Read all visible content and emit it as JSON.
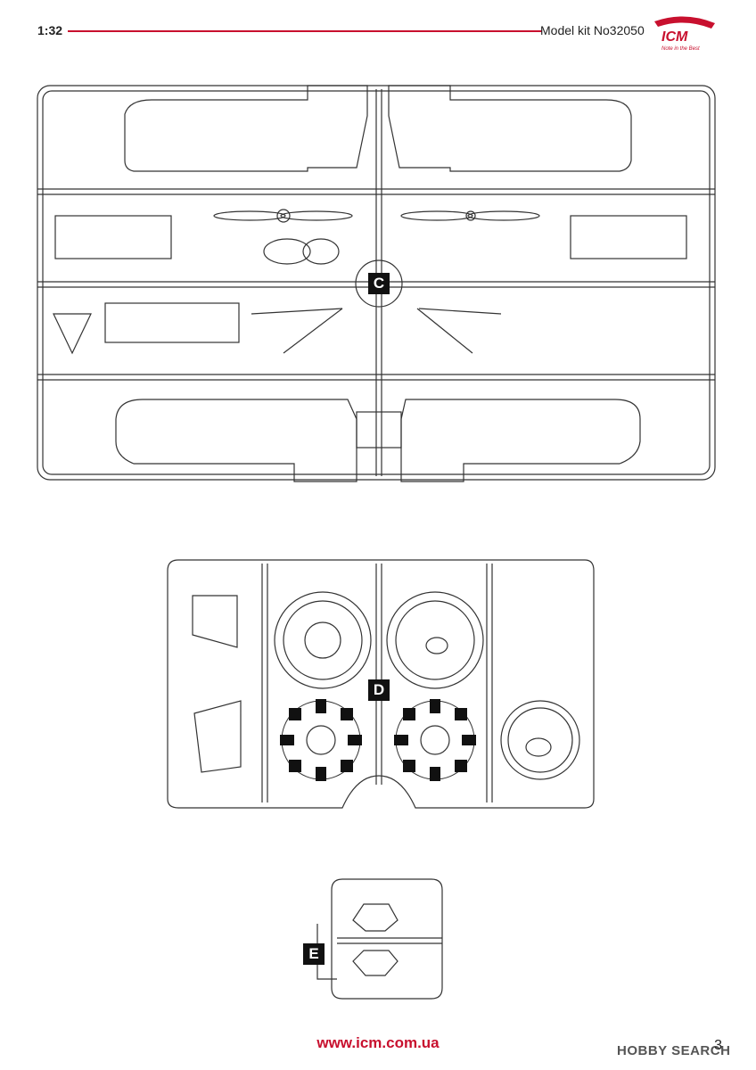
{
  "header": {
    "scale": "1:32",
    "model_kit": "Model kit No32050",
    "brand": "ICM",
    "brand_tagline": "Note in the Best",
    "accent_color": "#c8102e"
  },
  "sprues": {
    "c": {
      "letter": "C"
    },
    "d": {
      "letter": "D"
    },
    "e": {
      "letter": "E"
    }
  },
  "footer": {
    "url": "www.icm.com.ua",
    "page_number": "3",
    "watermark": "HOBBY SEARCH"
  }
}
